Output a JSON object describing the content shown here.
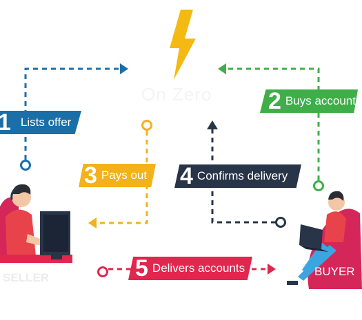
{
  "brand": {
    "name": "On Zero",
    "bolt_color": "#f5b914"
  },
  "steps": [
    {
      "number": "1",
      "label": "Lists offer",
      "color": "#1a6fa8"
    },
    {
      "number": "2",
      "label": "Buys account",
      "color": "#3fae49"
    },
    {
      "number": "3",
      "label": "Pays out",
      "color": "#f3b21b"
    },
    {
      "number": "4",
      "label": "Confirms delivery",
      "color": "#283447"
    },
    {
      "number": "5",
      "label": "Delivers accounts",
      "color": "#e2264d"
    }
  ],
  "actors": {
    "seller": {
      "label": "SELLER"
    },
    "buyer": {
      "label": "BUYER"
    }
  },
  "icons": [
    "lightning-bolt-icon",
    "seller-person-icon",
    "computer-monitor-icon",
    "buyer-person-icon",
    "laptop-icon",
    "beanbag-chair-icon"
  ]
}
